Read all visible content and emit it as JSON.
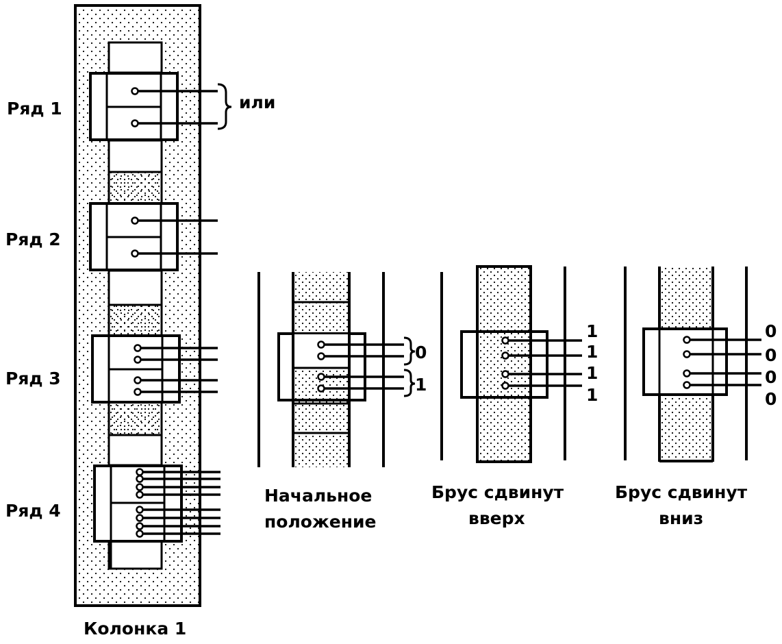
{
  "row_labels": [
    "Ряд 1",
    "Ряд 2",
    "Ряд 3",
    "Ряд 4"
  ],
  "column_label": "Колонка 1",
  "or_label": "или",
  "panels": [
    {
      "caption_lines": [
        "Начальное",
        "положение"
      ],
      "bits": [
        "0",
        "1"
      ]
    },
    {
      "caption_lines": [
        "Брус сдвинут",
        "вверх"
      ],
      "bits": [
        "1",
        "1",
        "1",
        "1"
      ]
    },
    {
      "caption_lines": [
        "Брус сдвинут",
        "вниз"
      ],
      "bits": [
        "0",
        "0",
        "0",
        "0"
      ]
    }
  ],
  "colors": {
    "ink": "#000000",
    "paper": "#ffffff"
  }
}
